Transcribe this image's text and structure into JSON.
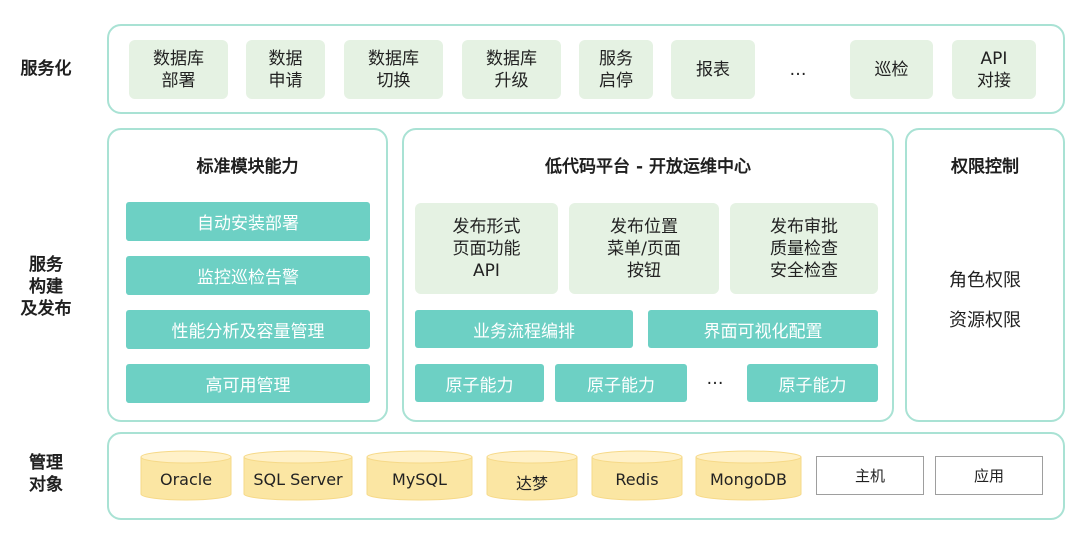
{
  "rows": {
    "service": "服务化",
    "build": "服务\n构建\n及发布",
    "manage": "管理\n对象"
  },
  "services": [
    "数据库\n部署",
    "数据\n申请",
    "数据库\n切换",
    "数据库\n升级",
    "服务\n启停",
    "报表",
    "…",
    "巡检",
    "API\n对接"
  ],
  "standard": {
    "title": "标准模块能力",
    "items": [
      "自动安装部署",
      "监控巡检告警",
      "性能分析及容量管理",
      "高可用管理"
    ]
  },
  "lowcode": {
    "title": "低代码平台 - 开放运维中心",
    "cards": [
      "发布形式\n页面功能\nAPI",
      "发布位置\n菜单/页面\n按钮",
      "发布审批\n质量检查\n安全检查"
    ],
    "mid": [
      "业务流程编排",
      "界面可视化配置"
    ],
    "atoms": [
      "原子能力",
      "原子能力",
      "…",
      "原子能力"
    ]
  },
  "auth": {
    "title": "权限控制",
    "items": [
      "角色权限",
      "资源权限"
    ]
  },
  "targets": {
    "dbs": [
      "Oracle",
      "SQL Server",
      "MySQL",
      "达梦",
      "Redis",
      "MongoDB"
    ],
    "boxes": [
      "主机",
      "应用"
    ]
  },
  "colors": {
    "border": "#a9e2d4",
    "chip": "#e5f2e3",
    "bar": "#6dd0c4",
    "db_fill": "#fbe6a3",
    "db_top": "#fff1c8",
    "db_stroke": "#f6d988"
  }
}
